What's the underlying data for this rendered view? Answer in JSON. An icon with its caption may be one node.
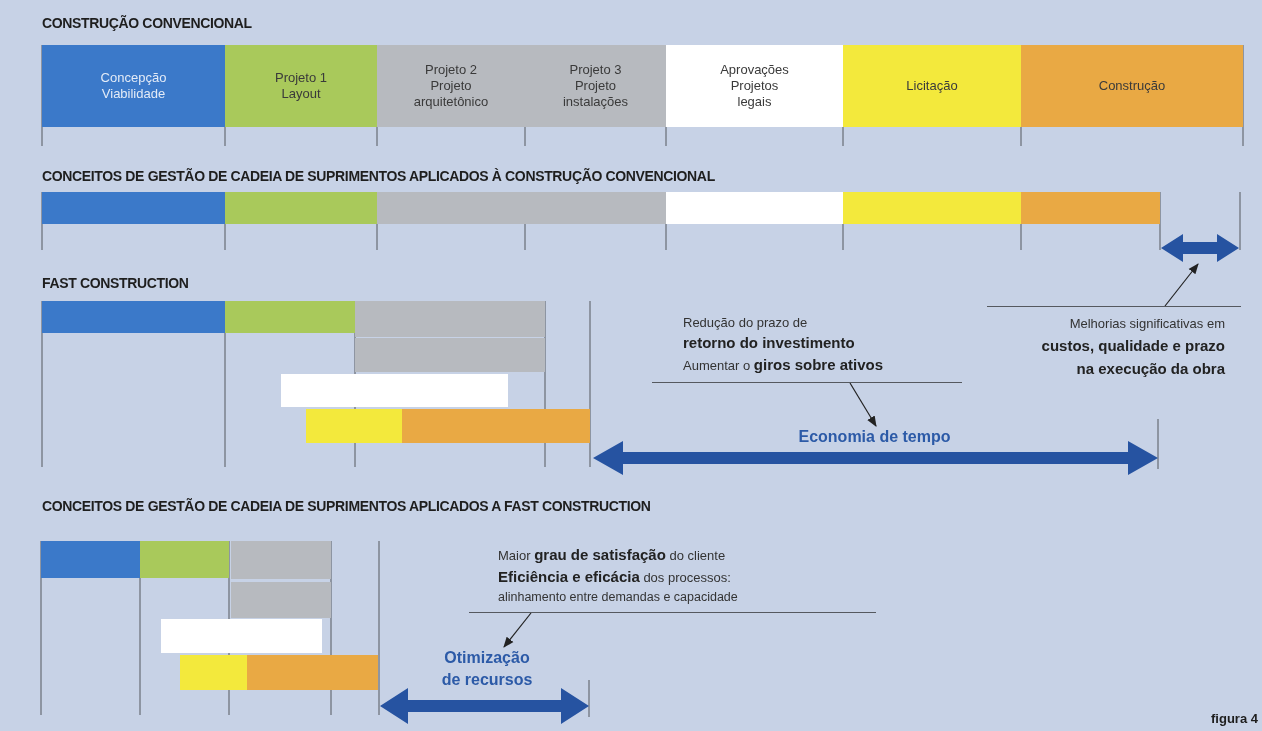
{
  "diagram": {
    "caption": "figura 4",
    "nodes": [
      {
        "text": [
          "Concepção",
          "Viabilidade"
        ]
      },
      {
        "text": [
          "Projeto 1",
          "Layout"
        ]
      },
      {
        "text": [
          "Projeto 2",
          "Projeto arquitetônico"
        ]
      },
      {
        "text": [
          "Projeto 3",
          "Projeto instalações"
        ]
      },
      {
        "text": [
          "Aprovações",
          "Projetos legais"
        ]
      },
      {
        "text": [
          "Licitação"
        ]
      },
      {
        "text": [
          "Construção"
        ]
      },
      {
        "text": [],
        "shape": "bar"
      },
      {
        "text": [],
        "shape": "bar"
      },
      {
        "text": [],
        "shape": "bar"
      },
      {
        "text": [],
        "shape": "bar"
      },
      {
        "text": [],
        "shape": "bar"
      },
      {
        "text": [],
        "shape": "bar"
      },
      {
        "text": [],
        "shape": "bar"
      },
      {
        "text": [],
        "shape": "bar"
      },
      {
        "text": [],
        "shape": "bar"
      },
      {
        "text": [],
        "shape": "bar"
      },
      {
        "text": [],
        "shape": "bar"
      },
      {
        "text": [],
        "shape": "bar"
      },
      {
        "text": [],
        "shape": "bar"
      },
      {
        "text": [],
        "shape": "bar"
      },
      {
        "text": [],
        "shape": "bar"
      },
      {
        "text": [],
        "shape": "bar"
      },
      {
        "text": [],
        "shape": "bar"
      },
      {
        "text": [],
        "shape": "bar"
      },
      {
        "text": [],
        "shape": "bar"
      },
      {
        "text": [],
        "shape": "bar"
      },
      {
        "text": [],
        "shape": "bar"
      },
      {
        "text": [
          "Melhorias significativas em",
          "custos, qualidade e prazo na execução da obra"
        ]
      },
      {
        "text": [
          "Redução do prazo de **retorno do investimento**",
          "Aumentar o **giros sobre ativos**"
        ]
      },
      {
        "text": [
          "Economia de tempo"
        ]
      },
      {
        "text": [
          "Maior **grau de satisfação** do cliente",
          "**Eficiência e eficácia** dos processos:",
          "alinhamento entre demandas e capacidade"
        ]
      },
      {
        "text": [
          "Otimização de recursos"
        ]
      }
    ],
    "edges": [
      {
        "from": 28,
        "to": null,
        "arrow": "to"
      },
      {
        "from": 29,
        "to": 30,
        "arrow": "to"
      },
      {
        "from": 31,
        "to": 32,
        "arrow": "to"
      }
    ],
    "labels": [
      "CONSTRUÇÃO CONVENCIONAL",
      "CONCEITOS DE GESTÃO DE CADEIA DE SUPRIMENTOS APLICADOS À CONSTRUÇÃO CONVENCIONAL",
      "FAST CONSTRUCTION",
      "CONCEITOS DE GESTÃO DE CADEIA DE SUPRIMENTOS APLICADOS A FAST CONSTRUCTION"
    ]
  }
}
